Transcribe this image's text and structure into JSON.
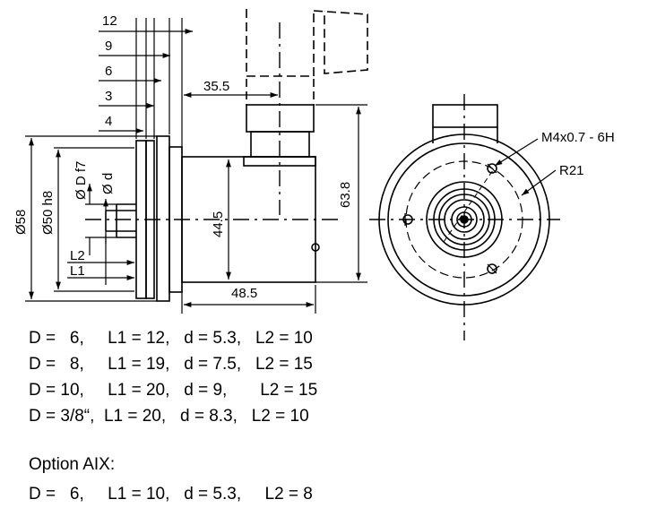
{
  "dimensions": {
    "top": [
      "12",
      "9",
      "6",
      "3",
      "4"
    ],
    "d35_5": "35.5",
    "d58": "Ø58",
    "d50h8": "Ø50 h8",
    "dDf7": "Ø D f7",
    "dd": "Ø d",
    "d44_5": "44.5",
    "d63_8": "63.8",
    "d48_5": "48.5",
    "L2": "L2",
    "L1": "L1",
    "thread": "M4x0.7 - 6H",
    "radius": "R21"
  },
  "spec_rows": [
    "D =   6,     L1 = 12,   d = 5.3,   L2 = 10",
    "D =   8,     L1 = 19,   d = 7.5,   L2 = 15",
    "D = 10,     L1 = 20,   d = 9,       L2 = 15",
    "D = 3/8“,  L1 = 20,   d = 8.3,   L2 = 10"
  ],
  "option_title": "Option AIX:",
  "option_row": "D =   6,     L1 = 10,   d = 5.3,     L2 = 8"
}
